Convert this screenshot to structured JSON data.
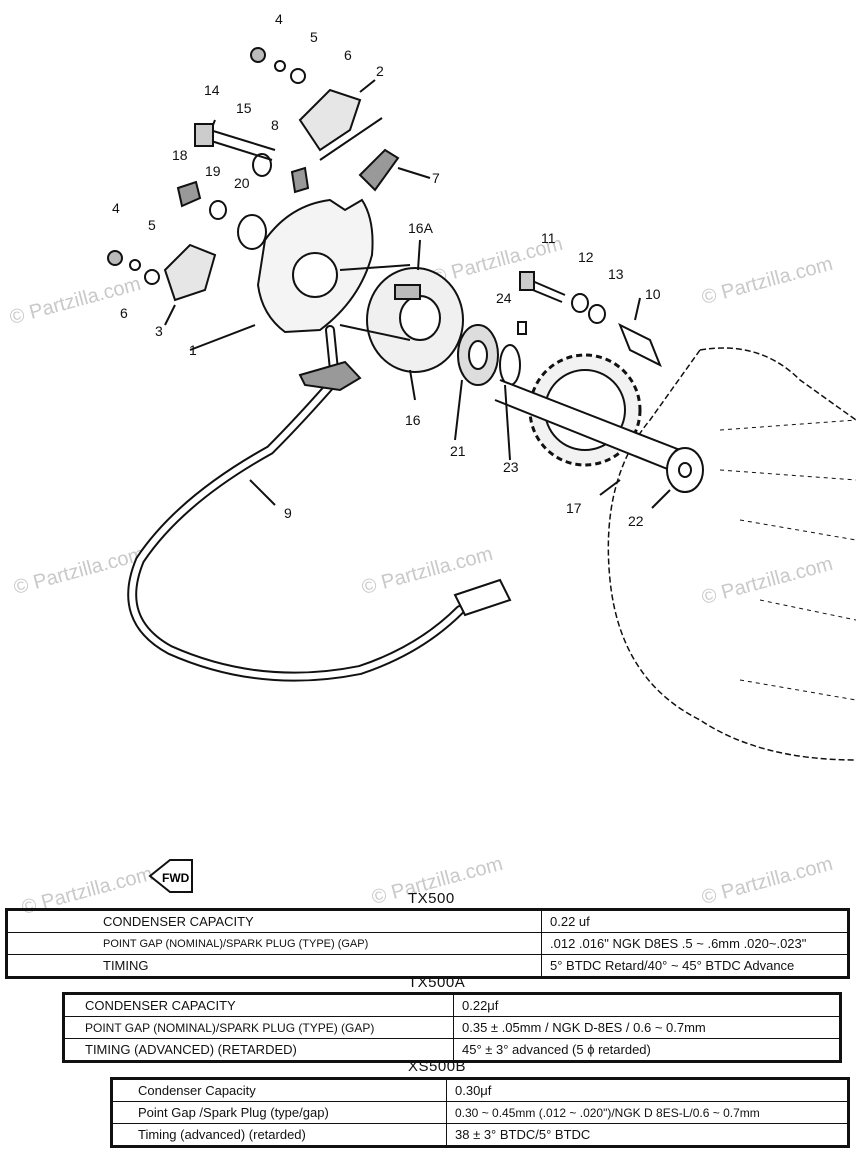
{
  "watermark": "© Partzilla.com",
  "fwd_label": "FWD",
  "callouts": {
    "c1": "1",
    "c2": "2",
    "c3": "3",
    "c4a": "4",
    "c4b": "4",
    "c5a": "5",
    "c5b": "5",
    "c6a": "6",
    "c6b": "6",
    "c7": "7",
    "c8": "8",
    "c9": "9",
    "c10": "10",
    "c11": "11",
    "c12": "12",
    "c13": "13",
    "c14": "14",
    "c15": "15",
    "c16": "16",
    "c16a": "16A",
    "c17": "17",
    "c18": "18",
    "c19": "19",
    "c20": "20",
    "c21": "21",
    "c22": "22",
    "c23": "23",
    "c24": "24"
  },
  "specs": {
    "tx500": {
      "title": "TX500",
      "rows": [
        {
          "label": "CONDENSER CAPACITY",
          "value": "0.22 uf"
        },
        {
          "label": "POINT GAP (NOMINAL)/SPARK PLUG (TYPE) (GAP)",
          "value": ".012   .016\"      NGK D8ES     .5 ~ .6mm .020~.023\""
        },
        {
          "label": "TIMING",
          "value": "5° BTDC Retard/40° ~ 45° BTDC Advance"
        }
      ]
    },
    "tx500a": {
      "title": "TX500A",
      "rows": [
        {
          "label": "CONDENSER CAPACITY",
          "value": "0.22μf"
        },
        {
          "label": "POINT GAP (NOMINAL)/SPARK PLUG (TYPE) (GAP)",
          "value": "0.35 ± .05mm / NGK D-8ES / 0.6 ~ 0.7mm"
        },
        {
          "label": "TIMING (ADVANCED) (RETARDED)",
          "value": "45° ± 3°  advanced (5 ϕ retarded)"
        }
      ]
    },
    "xs500b": {
      "title": "XS500B",
      "rows": [
        {
          "label": "Condenser Capacity",
          "value": "0.30μf"
        },
        {
          "label": "Point Gap /Spark Plug (type/gap)",
          "value": "0.30 ~ 0.45mm (.012 ~ .020\")/NGK D 8ES-L/0.6 ~ 0.7mm"
        },
        {
          "label": "Timing (advanced) (retarded)",
          "value": "38 ± 3° BTDC/5° BTDC"
        }
      ]
    }
  }
}
